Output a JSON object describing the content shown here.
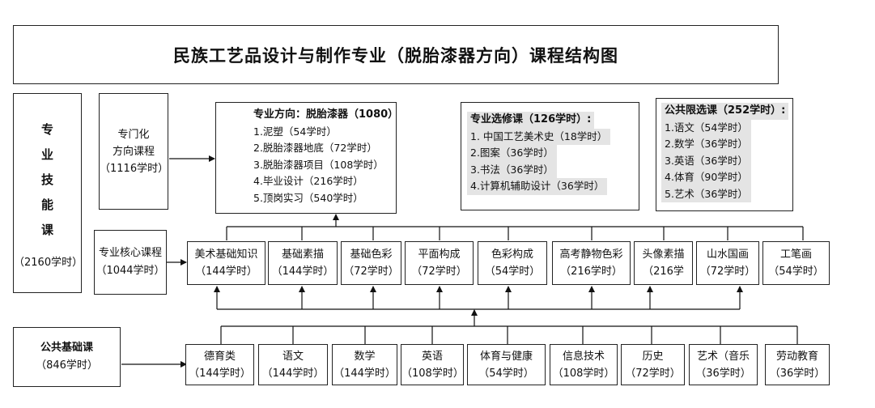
{
  "title": "民族工艺品设计与制作专业（脱胎漆器方向）课程结构图",
  "skills": {
    "chars": [
      "专",
      "业",
      "技",
      "能",
      "课"
    ],
    "hours": "（2160学时）"
  },
  "specialized": {
    "line1": "专门化",
    "line2": "方向课程",
    "line3": "（1116学时）"
  },
  "direction": {
    "heading": "专业方向：脱胎漆器（1080）",
    "items": [
      "1.泥塑（54学时）",
      "2.脱胎漆器地底（72学时）",
      "3.脱胎漆器项目（108学时）",
      "4.毕业设计（216学时）",
      "5.顶岗实习（540学时）"
    ]
  },
  "elective": {
    "heading": "专业选修课（126学时）:",
    "items": [
      "1. 中国工艺美术史（18学时）",
      "2.图案（36学时）",
      "3.书法（36学时）",
      "4.计算机辅助设计（36学时）"
    ]
  },
  "public_elective": {
    "heading": "公共限选课（252学时）:",
    "items": [
      "1.语文（54学时）",
      "2.数学（36学时）",
      "3.英语（36学时）",
      "4.体育（90学时）",
      "5.艺术（36学时）"
    ]
  },
  "core": {
    "line1": "专业核心课程",
    "line2": "（1044学时）",
    "courses": [
      {
        "name": "美术基础知识",
        "hours": "（144学时）"
      },
      {
        "name": "基础素描",
        "hours": "（144学时）"
      },
      {
        "name": "基础色彩",
        "hours": "（72学时）"
      },
      {
        "name": "平面构成",
        "hours": "（72学时）"
      },
      {
        "name": "色彩构成",
        "hours": "（54学时）"
      },
      {
        "name": "高考静物色彩",
        "hours": "（216学时）"
      },
      {
        "name": "头像素描",
        "hours": "（216学"
      },
      {
        "name": "山水国画",
        "hours": "（72学时）"
      },
      {
        "name": "工笔画",
        "hours": "（54学时）"
      }
    ]
  },
  "basic": {
    "line1": "公共基础课",
    "line2": "（846学时）",
    "courses": [
      {
        "name": "德育类",
        "hours": "（144学时）"
      },
      {
        "name": "语文",
        "hours": "（144学时）"
      },
      {
        "name": "数学",
        "hours": "（144学时）"
      },
      {
        "name": "英语",
        "hours": "（108学时）"
      },
      {
        "name": "体育与健康",
        "hours": "（54学时）"
      },
      {
        "name": "信息技术",
        "hours": "（108学时）"
      },
      {
        "name": "历史",
        "hours": "（72学时）"
      },
      {
        "name": "艺术（音乐",
        "hours": "（36学时）"
      },
      {
        "name": "劳动教育",
        "hours": "（36学时）"
      }
    ]
  }
}
